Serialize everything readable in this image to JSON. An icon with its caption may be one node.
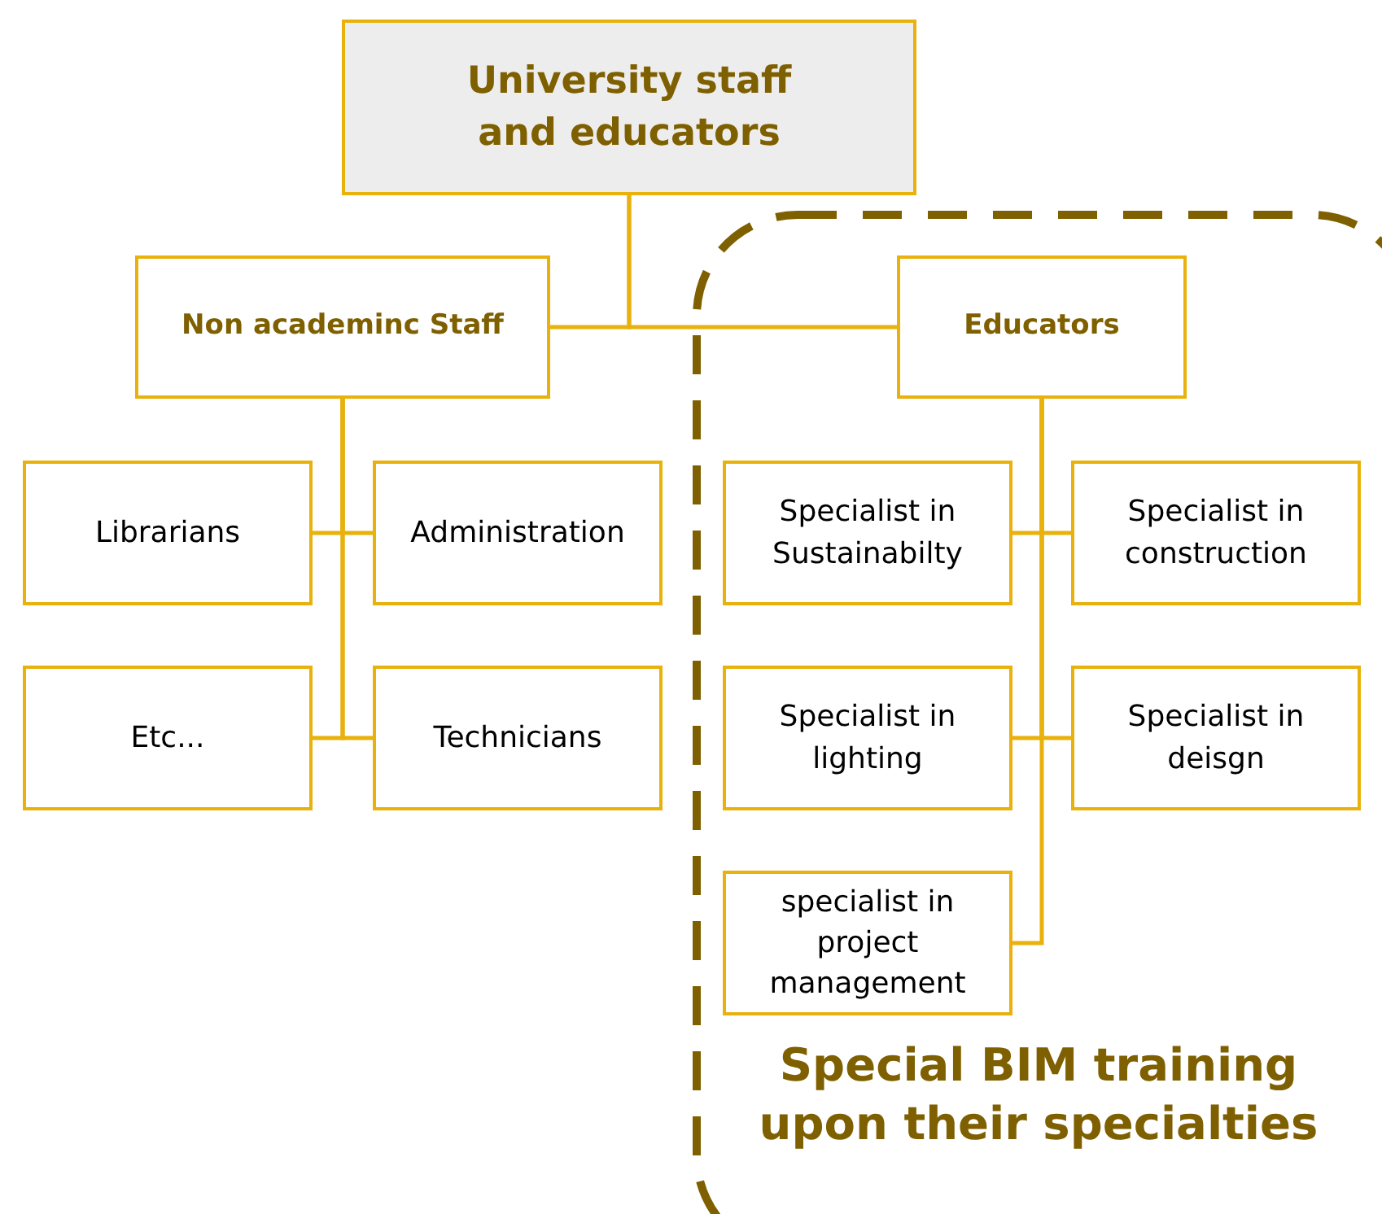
{
  "diagram": {
    "nodes": [
      {
        "text": [
          "University staff and educators"
        ]
      },
      {
        "text": [
          "Non academinc Staff"
        ]
      },
      {
        "text": [
          "Librarians"
        ]
      },
      {
        "text": [
          "Administration"
        ]
      },
      {
        "text": [
          "Etc..."
        ]
      },
      {
        "text": [
          "Technicians"
        ]
      },
      {
        "text": [
          "Special BIM training upon their specialties"
        ]
      },
      {
        "text": [
          "Educators"
        ],
        "in": 6
      },
      {
        "text": [
          "Specialist in Sustainabilty"
        ],
        "in": 6
      },
      {
        "text": [
          "Specialist in construction"
        ],
        "in": 6
      },
      {
        "text": [
          "Specialist in lighting"
        ],
        "in": 6
      },
      {
        "text": [
          "Specialist in deisgn"
        ],
        "in": 6
      },
      {
        "text": [
          "specialist in project management"
        ],
        "in": 6
      }
    ],
    "edges": [
      {
        "from": 0,
        "to": 1,
        "arrow": "none"
      },
      {
        "from": 0,
        "to": 7,
        "arrow": "none"
      },
      {
        "from": 1,
        "to": 2,
        "arrow": "none"
      },
      {
        "from": 1,
        "to": 3,
        "arrow": "none"
      },
      {
        "from": 1,
        "to": 4,
        "arrow": "none"
      },
      {
        "from": 1,
        "to": 5,
        "arrow": "none"
      },
      {
        "from": 7,
        "to": 8,
        "arrow": "none"
      },
      {
        "from": 7,
        "to": 9,
        "arrow": "none"
      },
      {
        "from": 7,
        "to": 10,
        "arrow": "none"
      },
      {
        "from": 7,
        "to": 11,
        "arrow": "none"
      },
      {
        "from": 7,
        "to": 12,
        "arrow": "none"
      }
    ]
  }
}
